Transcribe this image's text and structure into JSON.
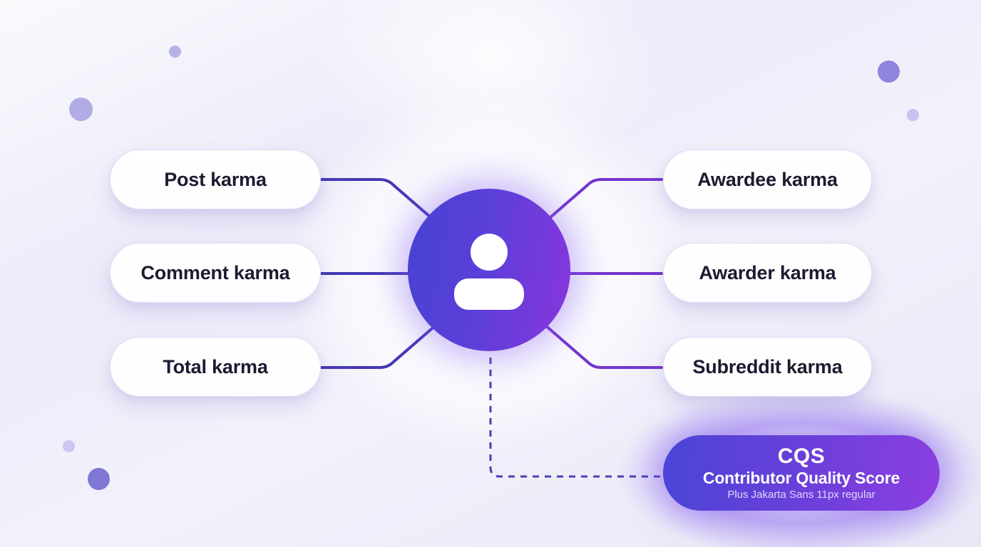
{
  "nodes": {
    "left": [
      {
        "label": "Post karma"
      },
      {
        "label": "Comment karma"
      },
      {
        "label": "Total karma"
      }
    ],
    "right": [
      {
        "label": "Awardee karma"
      },
      {
        "label": "Awarder karma"
      },
      {
        "label": "Subreddit karma"
      }
    ]
  },
  "center": {
    "icon": "person-icon"
  },
  "cqs": {
    "title": "CQS",
    "subtitle": "Contributor Quality Score",
    "note": "Plus Jakarta Sans 11px regular"
  },
  "colors": {
    "background": "#edecf9",
    "node_text": "#1b1b30",
    "left_connector": "#4438b6",
    "right_connector": "#7434cc",
    "dashed_connector": "#4a41ad",
    "center_gradient_start": "#4643d2",
    "center_gradient_end": "#8936dc",
    "cqs_gradient_start": "#4a45d6",
    "cqs_gradient_end": "#8c3fe0",
    "decor_dots": [
      "#b6b1e7",
      "#b1ace4",
      "#8d86dc",
      "#c6c3ef",
      "#cac7f0",
      "#7e77d5"
    ]
  }
}
